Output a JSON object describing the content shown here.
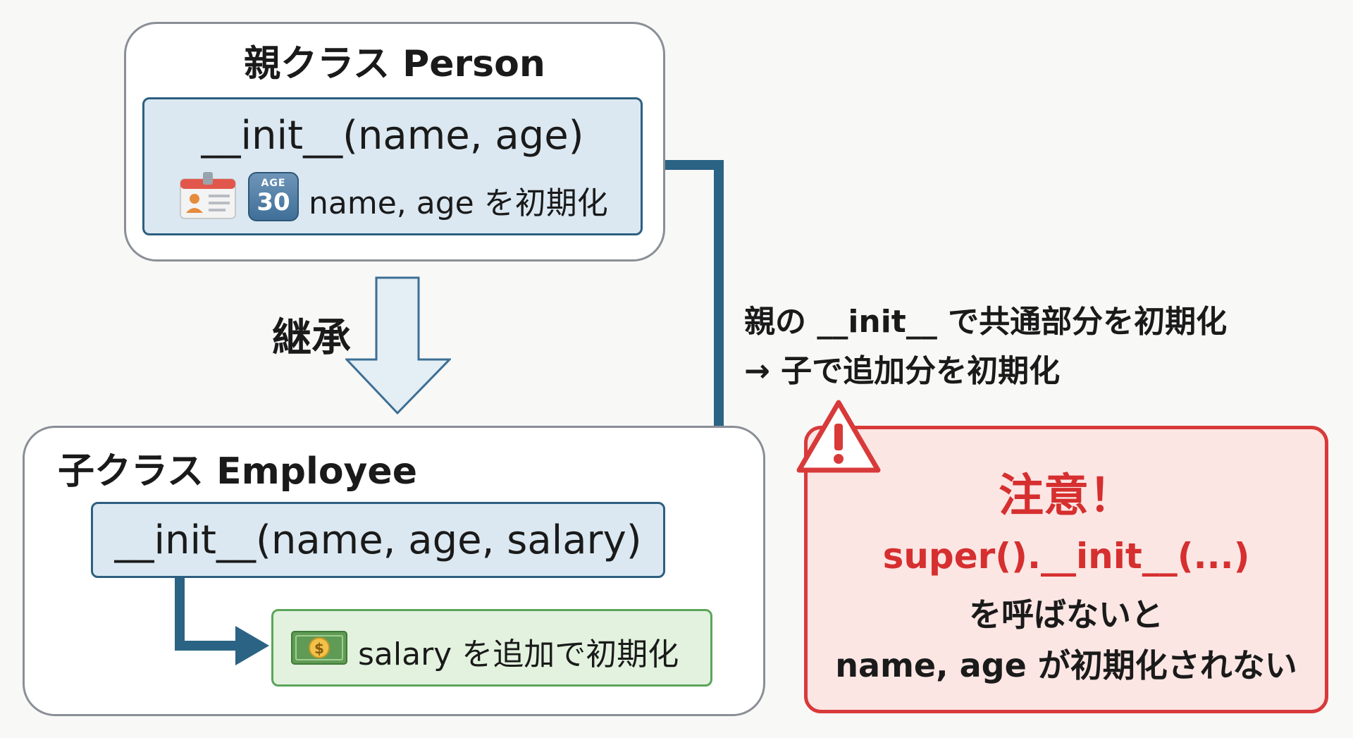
{
  "parent": {
    "title": "親クラス Person",
    "init_signature": "__init__(name, age)",
    "init_description": "name, age を初期化",
    "icons": [
      "id-card-icon",
      "age-30-icon"
    ],
    "age_icon_top": "AGE",
    "age_icon_number": "30"
  },
  "inheritance": {
    "label": "継承"
  },
  "child": {
    "title": "子クラス Employee",
    "init_signature": "__init__(name, age, salary)",
    "salary_description": "salary を追加で初期化",
    "icons": [
      "money-icon"
    ]
  },
  "explanation": {
    "line1": "親の __init__ で共通部分を初期化",
    "line2": "→ 子で追加分を初期化"
  },
  "warning": {
    "title": "注意！",
    "code": "super().__init__(...)",
    "line2": "を呼ばないと",
    "line3": "name, age が初期化されない",
    "icon": "warning-triangle-icon"
  },
  "colors": {
    "connector": "#2b6384",
    "class_border": "#8a8f96",
    "init_fill": "#dbe8f1",
    "salary_fill": "#e3f2df",
    "warning_border": "#d83a3a",
    "warning_text": "#d62f2f",
    "warning_fill": "#fbe6e4"
  }
}
